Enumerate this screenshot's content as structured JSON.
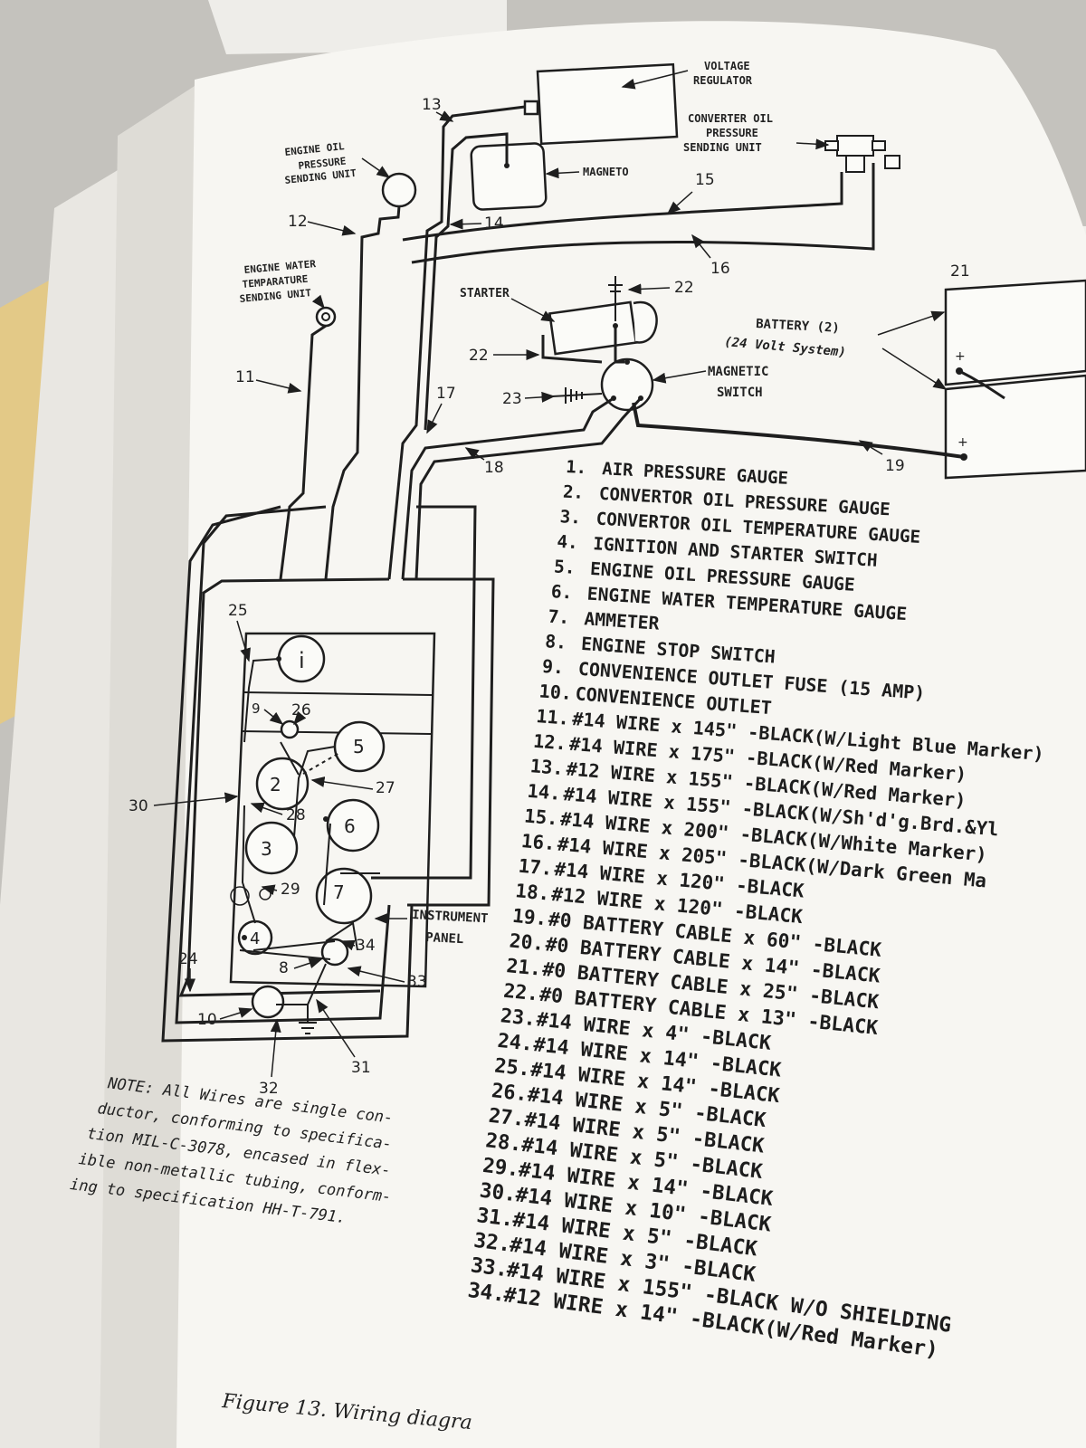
{
  "components": {
    "voltage_regulator": [
      "VOLTAGE",
      "REGULATOR"
    ],
    "converter_oil_pressure": [
      "CONVERTER OIL",
      "PRESSURE",
      "SENDING UNIT"
    ],
    "engine_oil_pressure": [
      "ENGINE OIL",
      "PRESSURE",
      "SENDING UNIT"
    ],
    "engine_water_temperature": [
      "ENGINE WATER",
      "TEMPARATURE",
      "SENDING UNIT"
    ],
    "magneto": "MAGNETO",
    "starter": "STARTER",
    "battery": "BATTERY (2)",
    "battery_system": "(24 Volt System)",
    "magnetic_switch": [
      "MAGNETIC",
      "SWITCH"
    ],
    "instrument_panel": [
      "INSTRUMENT",
      "PANEL"
    ],
    "gauge_1": "i",
    "gauge_2": "2",
    "gauge_3": "3",
    "gauge_4": "4",
    "gauge_5": "5",
    "gauge_6": "6",
    "gauge_7": "7"
  },
  "callouts": {
    "n9": "9",
    "n10": "10",
    "n11": "11",
    "n12": "12",
    "n13": "13",
    "n14": "14",
    "n15": "15",
    "n16": "16",
    "n17": "17",
    "n18": "18",
    "n19": "19",
    "n21": "21",
    "n22a": "22",
    "n22b": "22",
    "n23": "23",
    "n24": "24",
    "n25": "25",
    "n26": "26",
    "n27": "27",
    "n28": "28",
    "n29": "29",
    "n30": "30",
    "n31": "31",
    "n32": "32",
    "n33": "33",
    "n34": "34",
    "n8": "8"
  },
  "legend": [
    {
      "n": "1.",
      "text": "AIR PRESSURE GAUGE"
    },
    {
      "n": "2.",
      "text": "CONVERTOR OIL PRESSURE GAUGE"
    },
    {
      "n": "3.",
      "text": "CONVERTOR OIL TEMPERATURE GAUGE"
    },
    {
      "n": "4.",
      "text": "IGNITION AND STARTER SWITCH"
    },
    {
      "n": "5.",
      "text": "ENGINE OIL PRESSURE GAUGE"
    },
    {
      "n": "6.",
      "text": "ENGINE WATER TEMPERATURE GAUGE"
    },
    {
      "n": "7.",
      "text": "AMMETER"
    },
    {
      "n": "8.",
      "text": "ENGINE STOP SWITCH"
    },
    {
      "n": "9.",
      "text": "CONVENIENCE OUTLET FUSE (15 AMP)"
    },
    {
      "n": "10.",
      "text": "CONVENIENCE OUTLET"
    },
    {
      "n": "11.",
      "text": "#14 WIRE x 145\" -BLACK(W/Light Blue Marker)"
    },
    {
      "n": "12.",
      "text": "#14 WIRE x 175\" -BLACK(W/Red Marker)"
    },
    {
      "n": "13.",
      "text": "#12 WIRE x 155\" -BLACK(W/Red Marker)"
    },
    {
      "n": "14.",
      "text": "#14 WIRE x 155\" -BLACK(W/Sh'd'g.Brd.&Yl"
    },
    {
      "n": "15.",
      "text": "#14 WIRE x 200\" -BLACK(W/White Marker)"
    },
    {
      "n": "16.",
      "text": "#14 WIRE x 205\" -BLACK(W/Dark Green Ma"
    },
    {
      "n": "17.",
      "text": "#14 WIRE x 120\" -BLACK"
    },
    {
      "n": "18.",
      "text": "#12 WIRE x 120\" -BLACK"
    },
    {
      "n": "19.",
      "text": "#0 BATTERY CABLE x 60\" -BLACK"
    },
    {
      "n": "20.",
      "text": "#0 BATTERY CABLE x 14\" -BLACK"
    },
    {
      "n": "21.",
      "text": "#0 BATTERY CABLE x 25\" -BLACK"
    },
    {
      "n": "22.",
      "text": "#0 BATTERY CABLE x 13\" -BLACK"
    },
    {
      "n": "23.",
      "text": "#14 WIRE x 4\" -BLACK"
    },
    {
      "n": "24.",
      "text": "#14 WIRE x 14\" -BLACK"
    },
    {
      "n": "25.",
      "text": "#14 WIRE x 14\" -BLACK"
    },
    {
      "n": "26.",
      "text": "#14 WIRE x 5\" -BLACK"
    },
    {
      "n": "27.",
      "text": "#14 WIRE x 5\" -BLACK"
    },
    {
      "n": "28.",
      "text": "#14 WIRE x 5\" -BLACK"
    },
    {
      "n": "29.",
      "text": "#14 WIRE x 14\" -BLACK"
    },
    {
      "n": "30.",
      "text": "#14 WIRE x 10\" -BLACK"
    },
    {
      "n": "31.",
      "text": "#14 WIRE x 5\" -BLACK"
    },
    {
      "n": "32.",
      "text": "#14 WIRE x 3\" -BLACK"
    },
    {
      "n": "33.",
      "text": "#14 WIRE x 155\" -BLACK W/O SHIELDING"
    },
    {
      "n": "34.",
      "text": "#12 WIRE x 14\" -BLACK(W/Red Marker)"
    }
  ],
  "note": [
    "NOTE:  All Wires are single con-",
    "ductor, conforming to specifica-",
    "tion MIL-C-3078, encased in flex-",
    "ible non-metallic tubing, conform-",
    "ing to specification HH-T-791."
  ],
  "caption": "Figure 13. Wiring diagra",
  "colors": {
    "paper": "#f7f6f2",
    "ink": "#1e1e1e",
    "background": "#c9c7c2"
  }
}
